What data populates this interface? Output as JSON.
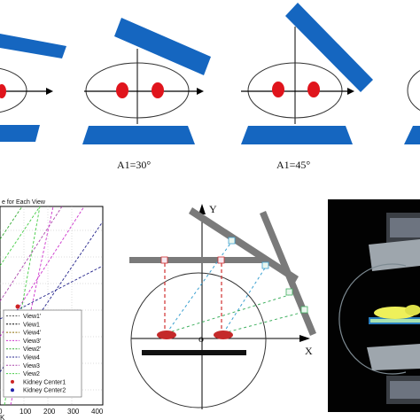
{
  "top_row": {
    "captions": [
      "A1=30°",
      "A1=45°"
    ]
  },
  "chart": {
    "title_fragment": "e for Each View",
    "x_ticks": [
      "100",
      "200",
      "300",
      "400"
    ],
    "x_tick_left": "0",
    "x_axis_fragment": "K",
    "legend": [
      {
        "label": "View1'",
        "color": "#555555",
        "style": "dash"
      },
      {
        "label": "View1",
        "color": "#000000",
        "style": "dash"
      },
      {
        "label": "View4'",
        "color": "#8b6b00",
        "style": "dash"
      },
      {
        "label": "View3'",
        "color": "#cc33cc",
        "style": "dash"
      },
      {
        "label": "View2'",
        "color": "#33aa33",
        "style": "dash"
      },
      {
        "label": "View4",
        "color": "#22228b",
        "style": "dash"
      },
      {
        "label": "View3",
        "color": "#aa44aa",
        "style": "dash"
      },
      {
        "label": "View2",
        "color": "#44cc44",
        "style": "dash"
      },
      {
        "label": "Kidney Center1",
        "color": "#cc2222",
        "style": "dot"
      },
      {
        "label": "Kidney Center2",
        "color": "#2222aa",
        "style": "dot"
      }
    ]
  },
  "diagram": {
    "axis_y": "Y",
    "axis_x": "X",
    "origin": "o"
  },
  "colors": {
    "detector_blue": "#1566c0",
    "kidney_red": "#e0141c",
    "bar_gray": "#7a7a7a"
  }
}
